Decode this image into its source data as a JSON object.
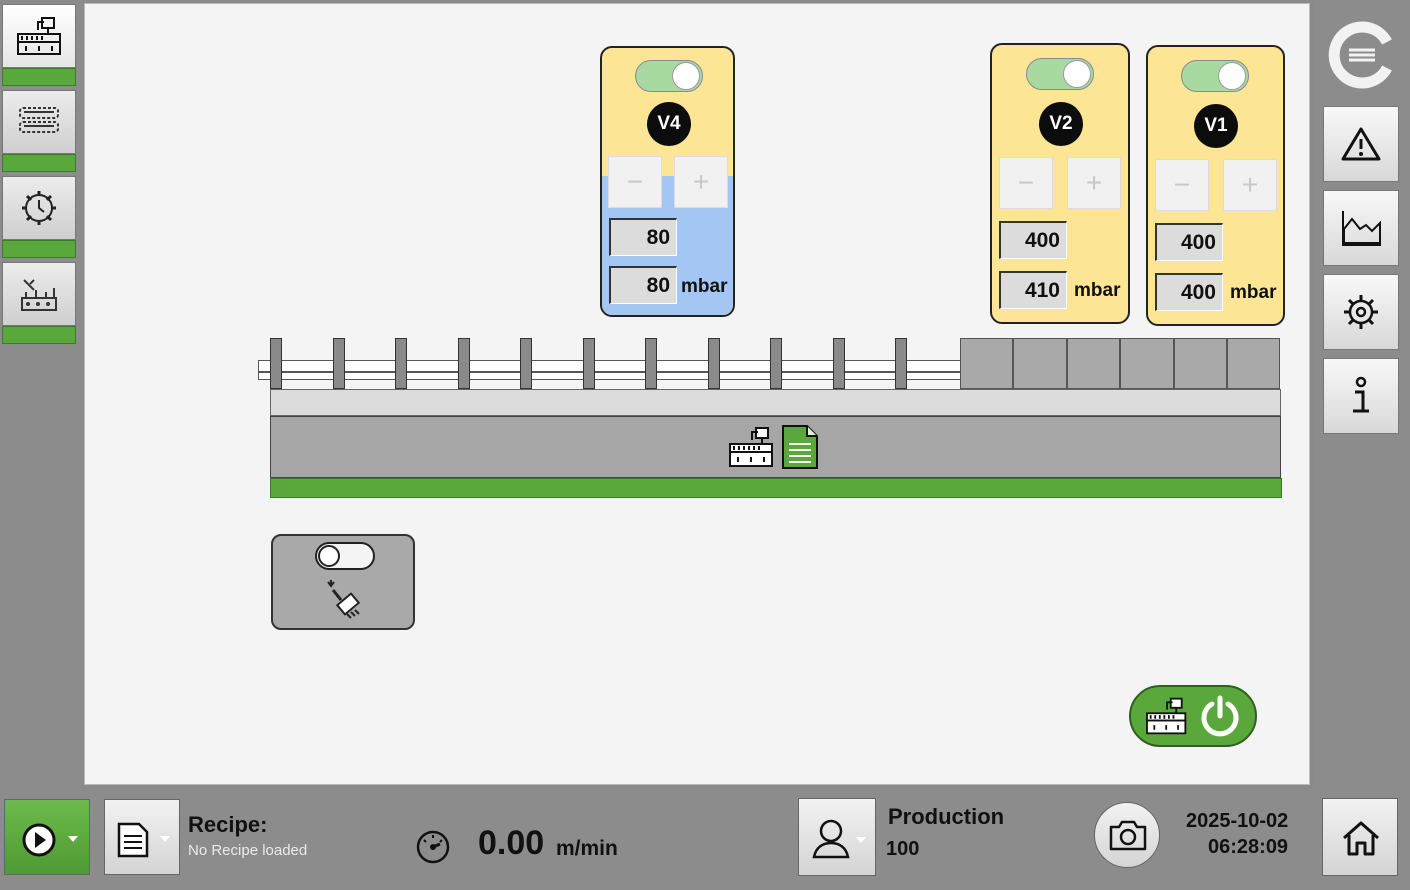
{
  "valves": [
    {
      "id": "V4",
      "value_top": "80",
      "value_bottom": "80",
      "unit": "mbar",
      "minus": "−",
      "plus": "+"
    },
    {
      "id": "V2",
      "value_top": "400",
      "value_bottom": "410",
      "unit": "mbar",
      "minus": "−",
      "plus": "+"
    },
    {
      "id": "V1",
      "value_top": "400",
      "value_bottom": "400",
      "unit": "mbar",
      "minus": "−",
      "plus": "+"
    }
  ],
  "bottom_bar": {
    "recipe_label": "Recipe:",
    "recipe_value": "No Recipe loaded",
    "speed_value": "0.00",
    "speed_unit": "m/min",
    "user_role": "Production",
    "user_level": "100",
    "date": "2025-10-02",
    "time": "06:28:09"
  },
  "colors": {
    "accent_green": "#5aa83c",
    "valve_yellow": "#fde596",
    "valve_blue": "#a3c6f2"
  }
}
